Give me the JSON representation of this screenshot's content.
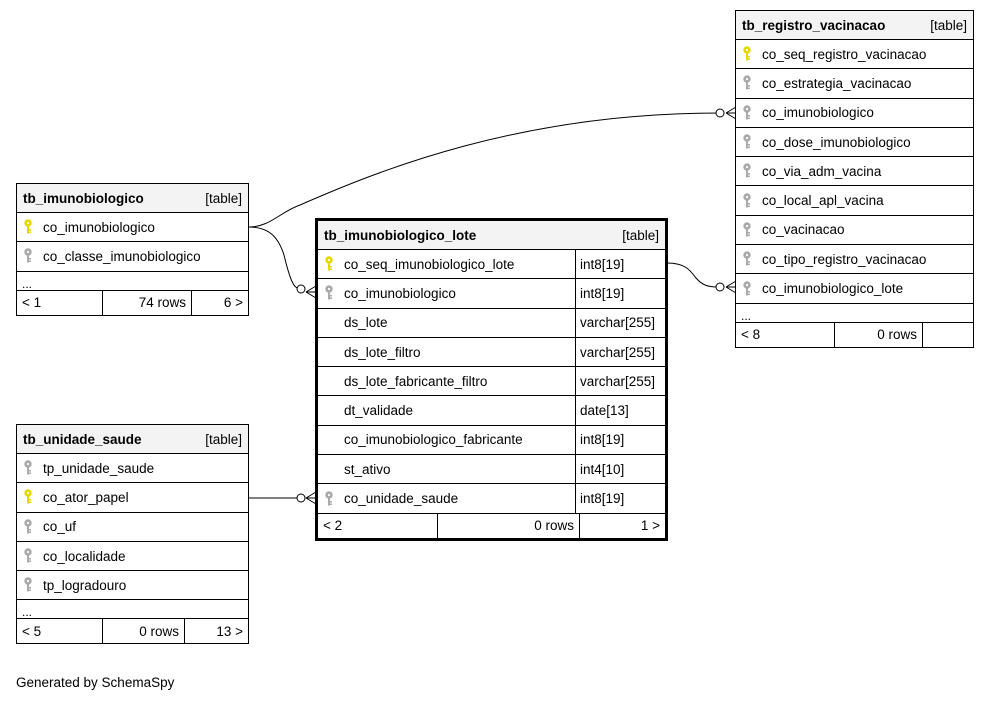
{
  "colors": {
    "primary_key": "#e6d800",
    "foreign_key": "#aaaaaa",
    "header_bg": "#f3f3f3"
  },
  "footer": {
    "generated_by": "Generated by SchemaSpy"
  },
  "tables": {
    "registro": {
      "name": "tb_registro_vacinacao",
      "type": "[table]",
      "columns": [
        {
          "name": "co_seq_registro_vacinacao",
          "key": "primary"
        },
        {
          "name": "co_estrategia_vacinacao",
          "key": "foreign"
        },
        {
          "name": "co_imunobiologico",
          "key": "foreign"
        },
        {
          "name": "co_dose_imunobiologico",
          "key": "foreign"
        },
        {
          "name": "co_via_adm_vacina",
          "key": "foreign"
        },
        {
          "name": "co_local_apl_vacina",
          "key": "foreign"
        },
        {
          "name": "co_vacinacao",
          "key": "foreign"
        },
        {
          "name": "co_tipo_registro_vacinacao",
          "key": "foreign"
        },
        {
          "name": "co_imunobiologico_lote",
          "key": "foreign"
        }
      ],
      "more": "...",
      "footer": {
        "parents": "< 8",
        "rows": "0 rows",
        "children": ""
      }
    },
    "imunobiologico": {
      "name": "tb_imunobiologico",
      "type": "[table]",
      "columns": [
        {
          "name": "co_imunobiologico",
          "key": "primary"
        },
        {
          "name": "co_classe_imunobiologico",
          "key": "foreign"
        }
      ],
      "more": "...",
      "footer": {
        "parents": "< 1",
        "rows": "74 rows",
        "children": "6 >"
      }
    },
    "lote": {
      "name": "tb_imunobiologico_lote",
      "type": "[table]",
      "columns": [
        {
          "name": "co_seq_imunobiologico_lote",
          "key": "primary",
          "type": "int8[19]"
        },
        {
          "name": "co_imunobiologico",
          "key": "foreign",
          "type": "int8[19]"
        },
        {
          "name": "ds_lote",
          "key": "none",
          "type": "varchar[255]"
        },
        {
          "name": "ds_lote_filtro",
          "key": "none",
          "type": "varchar[255]"
        },
        {
          "name": "ds_lote_fabricante_filtro",
          "key": "none",
          "type": "varchar[255]"
        },
        {
          "name": "dt_validade",
          "key": "none",
          "type": "date[13]"
        },
        {
          "name": "co_imunobiologico_fabricante",
          "key": "none",
          "type": "int8[19]"
        },
        {
          "name": "st_ativo",
          "key": "none",
          "type": "int4[10]"
        },
        {
          "name": "co_unidade_saude",
          "key": "foreign",
          "type": "int8[19]"
        }
      ],
      "footer": {
        "parents": "< 2",
        "rows": "0 rows",
        "children": "1 >"
      }
    },
    "unidade": {
      "name": "tb_unidade_saude",
      "type": "[table]",
      "columns": [
        {
          "name": "tp_unidade_saude",
          "key": "foreign"
        },
        {
          "name": "co_ator_papel",
          "key": "primary"
        },
        {
          "name": "co_uf",
          "key": "foreign"
        },
        {
          "name": "co_localidade",
          "key": "foreign"
        },
        {
          "name": "tp_logradouro",
          "key": "foreign"
        }
      ],
      "more": "...",
      "footer": {
        "parents": "< 5",
        "rows": "0 rows",
        "children": "13 >"
      }
    }
  }
}
